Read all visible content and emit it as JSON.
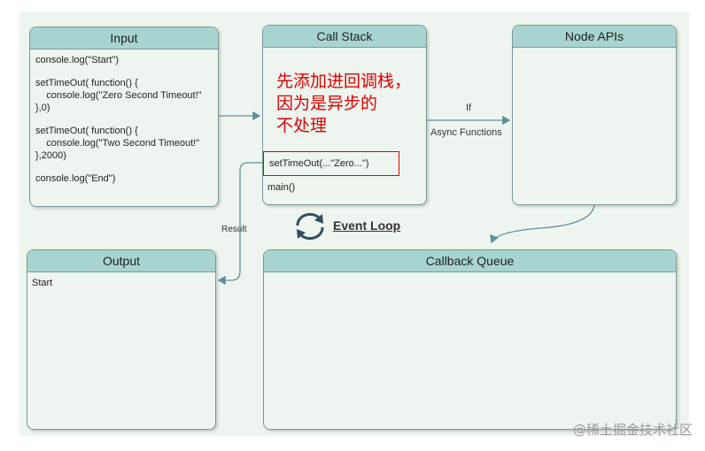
{
  "input": {
    "title": "Input",
    "lines": [
      "console.log(\"Start\")",
      "setTimeOut( function() {",
      "    console.log(\"Zero Second Timeout!\"",
      "},0)",
      "setTimeOut( function() {",
      "    console.log(\"Two Second Timeout!\"",
      "},2000)",
      "console.log(\"End\")"
    ]
  },
  "call_stack": {
    "title": "Call Stack",
    "note_lines": [
      "先添加进回调栈，",
      "因为是异步的",
      "不处理"
    ],
    "frames": [
      "setTimeOut(...\"Zero...\")",
      "main()"
    ]
  },
  "node_apis": {
    "title": "Node APIs"
  },
  "output": {
    "title": "Output",
    "lines": [
      "Start"
    ]
  },
  "callback_queue": {
    "title": "Callback Queue"
  },
  "labels": {
    "if": "If",
    "async": "Async Functions",
    "result": "Result",
    "event_loop": "Event Loop"
  },
  "watermark": "@稀土掘金技术社区",
  "colors": {
    "header": "#a8d4d0",
    "background": "#eef5ee",
    "arrow": "#5f8f9f",
    "annotation": "#e00000"
  }
}
